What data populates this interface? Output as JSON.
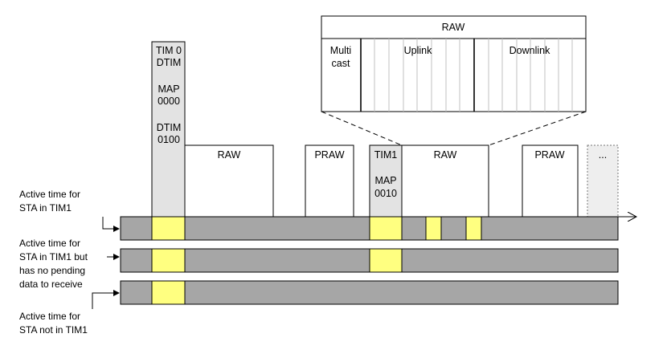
{
  "colors": {
    "bar_gray": "#a6a6a6",
    "active_yellow": "#ffff80",
    "beacon_gray": "#e3e3e3",
    "border": "#000000",
    "inner_line": "#bfbfbf"
  },
  "raw_detail": {
    "title": "RAW",
    "multicast_line1": "Multi",
    "multicast_line2": "cast",
    "uplink": "Uplink",
    "downlink": "Downlink"
  },
  "beacons": {
    "tim0": {
      "l1": "TIM 0",
      "l2": "DTIM",
      "l3": "MAP",
      "l4": "0000",
      "l5": "DTIM",
      "l6": "0100"
    },
    "tim1": {
      "l1": "TIM1",
      "l2": "MAP",
      "l3": "0010"
    }
  },
  "blocks": {
    "raw1": "RAW",
    "praw1": "PRAW",
    "raw2": "RAW",
    "praw2": "PRAW",
    "ellipsis": "..."
  },
  "labels": {
    "row1": {
      "l1": "Active time for",
      "l2": "STA in TIM1"
    },
    "row2": {
      "l1": "Active time for",
      "l2": "STA in TIM1 but",
      "l3": "has no pending",
      "l4": "data to receive"
    },
    "row3": {
      "l1": "Active time for",
      "l2": "STA not in TIM1"
    }
  }
}
